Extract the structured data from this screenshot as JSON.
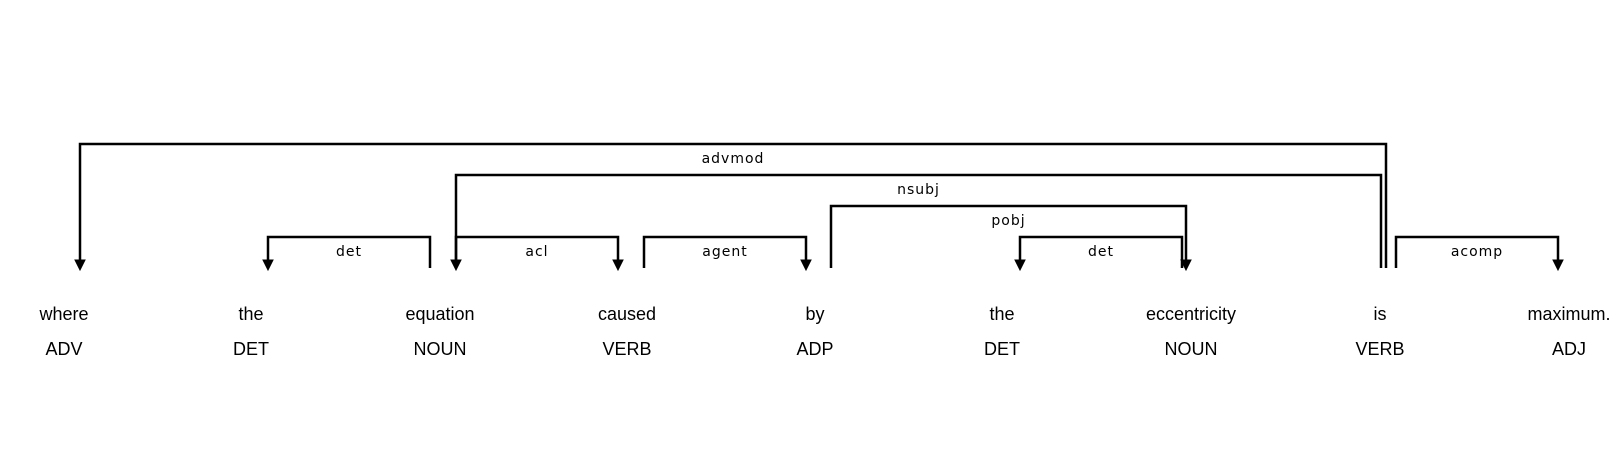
{
  "tokens": [
    {
      "text": "where",
      "tag": "ADV"
    },
    {
      "text": "the",
      "tag": "DET"
    },
    {
      "text": "equation",
      "tag": "NOUN"
    },
    {
      "text": "caused",
      "tag": "VERB"
    },
    {
      "text": "by",
      "tag": "ADP"
    },
    {
      "text": "the",
      "tag": "DET"
    },
    {
      "text": "eccentricity",
      "tag": "NOUN"
    },
    {
      "text": "is",
      "tag": "VERB"
    },
    {
      "text": "maximum.",
      "tag": "ADJ"
    }
  ],
  "arcs": [
    {
      "label": "advmod",
      "head": 7,
      "dep": 0
    },
    {
      "label": "nsubj",
      "head": 7,
      "dep": 2
    },
    {
      "label": "pobj",
      "head": 4,
      "dep": 6
    },
    {
      "label": "det",
      "head": 2,
      "dep": 1
    },
    {
      "label": "acl",
      "head": 2,
      "dep": 3
    },
    {
      "label": "agent",
      "head": 3,
      "dep": 4
    },
    {
      "label": "det",
      "head": 6,
      "dep": 5
    },
    {
      "label": "acomp",
      "head": 7,
      "dep": 8
    }
  ]
}
